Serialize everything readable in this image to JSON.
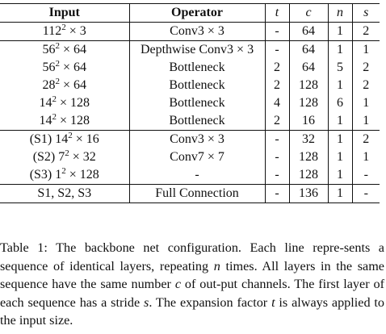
{
  "table": {
    "headers": [
      "Input",
      "Operator",
      "t",
      "c",
      "n",
      "s"
    ],
    "rows": [
      {
        "input": {
          "base": "112",
          "exp": "2",
          "rest": " × 3"
        },
        "operator": "Conv3 × 3",
        "t": "-",
        "c": "64",
        "n": "1",
        "s": "2"
      },
      {
        "input": {
          "base": "56",
          "exp": "2",
          "rest": " × 64"
        },
        "operator": "Depthwise Conv3 × 3",
        "t": "-",
        "c": "64",
        "n": "1",
        "s": "1"
      },
      {
        "input": {
          "base": "56",
          "exp": "2",
          "rest": " × 64"
        },
        "operator": "Bottleneck",
        "t": "2",
        "c": "64",
        "n": "5",
        "s": "2"
      },
      {
        "input": {
          "base": "28",
          "exp": "2",
          "rest": " × 64"
        },
        "operator": "Bottleneck",
        "t": "2",
        "c": "128",
        "n": "1",
        "s": "2"
      },
      {
        "input": {
          "base": "14",
          "exp": "2",
          "rest": " × 128"
        },
        "operator": "Bottleneck",
        "t": "4",
        "c": "128",
        "n": "6",
        "s": "1"
      },
      {
        "input": {
          "base": "14",
          "exp": "2",
          "rest": " × 128"
        },
        "operator": "Bottleneck",
        "t": "2",
        "c": "16",
        "n": "1",
        "s": "1"
      },
      {
        "input": {
          "base": "(S1) 14",
          "exp": "2",
          "rest": " × 16"
        },
        "operator": "Conv3 × 3",
        "t": "-",
        "c": "32",
        "n": "1",
        "s": "2"
      },
      {
        "input": {
          "base": "(S2) 7",
          "exp": "2",
          "rest": " × 32"
        },
        "operator": "Conv7 × 7",
        "t": "-",
        "c": "128",
        "n": "1",
        "s": "1"
      },
      {
        "input": {
          "base": "(S3) 1",
          "exp": "2",
          "rest": " × 128"
        },
        "operator": "-",
        "t": "-",
        "c": "128",
        "n": "1",
        "s": "-"
      },
      {
        "input": {
          "base": "S1, S2, S3",
          "exp": "",
          "rest": ""
        },
        "operator": "Full Connection",
        "t": "-",
        "c": "136",
        "n": "1",
        "s": "-"
      }
    ]
  },
  "caption": {
    "p1": "Table 1: The backbone net configuration. Each line repre-sents a sequence of identical layers, repeating ",
    "v_n": "n",
    "p2": " times. All layers in the same sequence have the same number ",
    "v_c": "c",
    "p3": " of out-put channels. The first layer of each sequence has a stride ",
    "v_s": "s",
    "p4": ". The expansion factor ",
    "v_t": "t",
    "p5": " is always applied to the input size."
  }
}
